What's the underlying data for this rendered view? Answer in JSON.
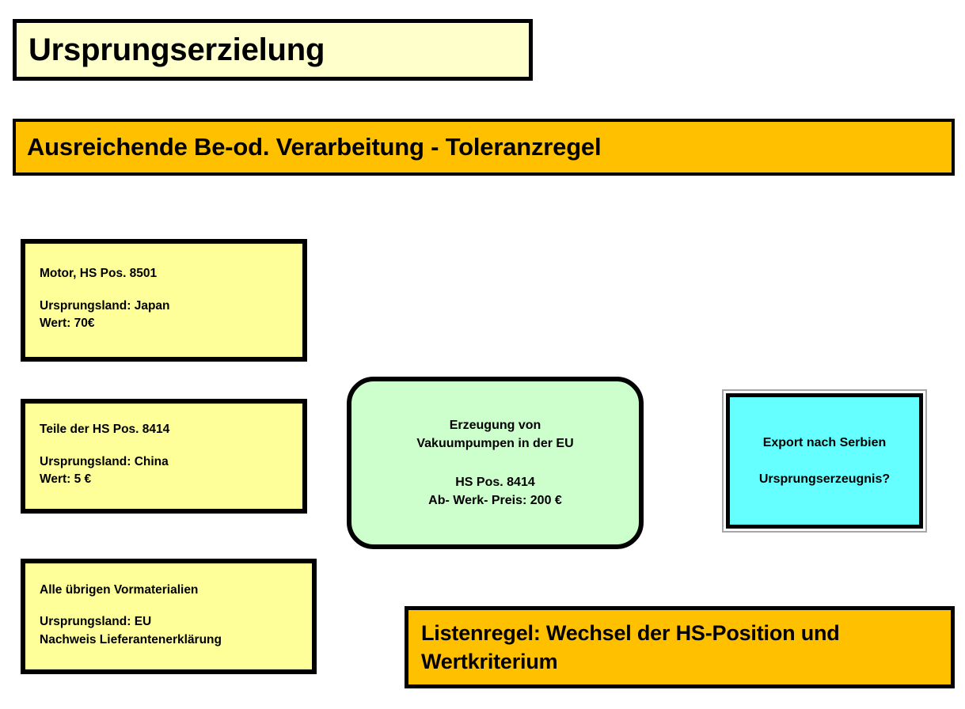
{
  "slide": {
    "title": "Ursprungserzielung",
    "banner": "Ausreichende Be-od. Verarbeitung - Toleranzregel",
    "materials": [
      {
        "heading": "Motor, HS Pos. 8501",
        "origin": "Ursprungsland: Japan",
        "value": "Wert: 70€"
      },
      {
        "heading": "Teile der HS Pos. 8414",
        "origin": "Ursprungsland: China",
        "value": "Wert: 5 €"
      },
      {
        "heading": "Alle übrigen Vormaterialien",
        "origin": "Ursprungsland: EU",
        "value": "Nachweis Lieferantenerklärung"
      }
    ],
    "process": {
      "line1": "Erzeugung von",
      "line2": "Vakuumpumpen in der EU",
      "line3": "HS Pos. 8414",
      "line4": "Ab- Werk- Preis: 200 €"
    },
    "export": {
      "line1": "Export nach Serbien",
      "line2": "Ursprungserzeugnis?"
    },
    "rule": {
      "line1": "Listenregel: Wechsel der HS-Position und",
      "line2": "Wertkriterium"
    },
    "colors": {
      "title_fill": "#FFFFCC",
      "banner_fill": "#FFC000",
      "material_fill": "#FFFF99",
      "process_fill": "#CCFFCC",
      "export_fill": "#66FFFF",
      "rule_fill": "#FFC000",
      "outline": "#000000",
      "page_background": "#FFFFFF"
    }
  }
}
